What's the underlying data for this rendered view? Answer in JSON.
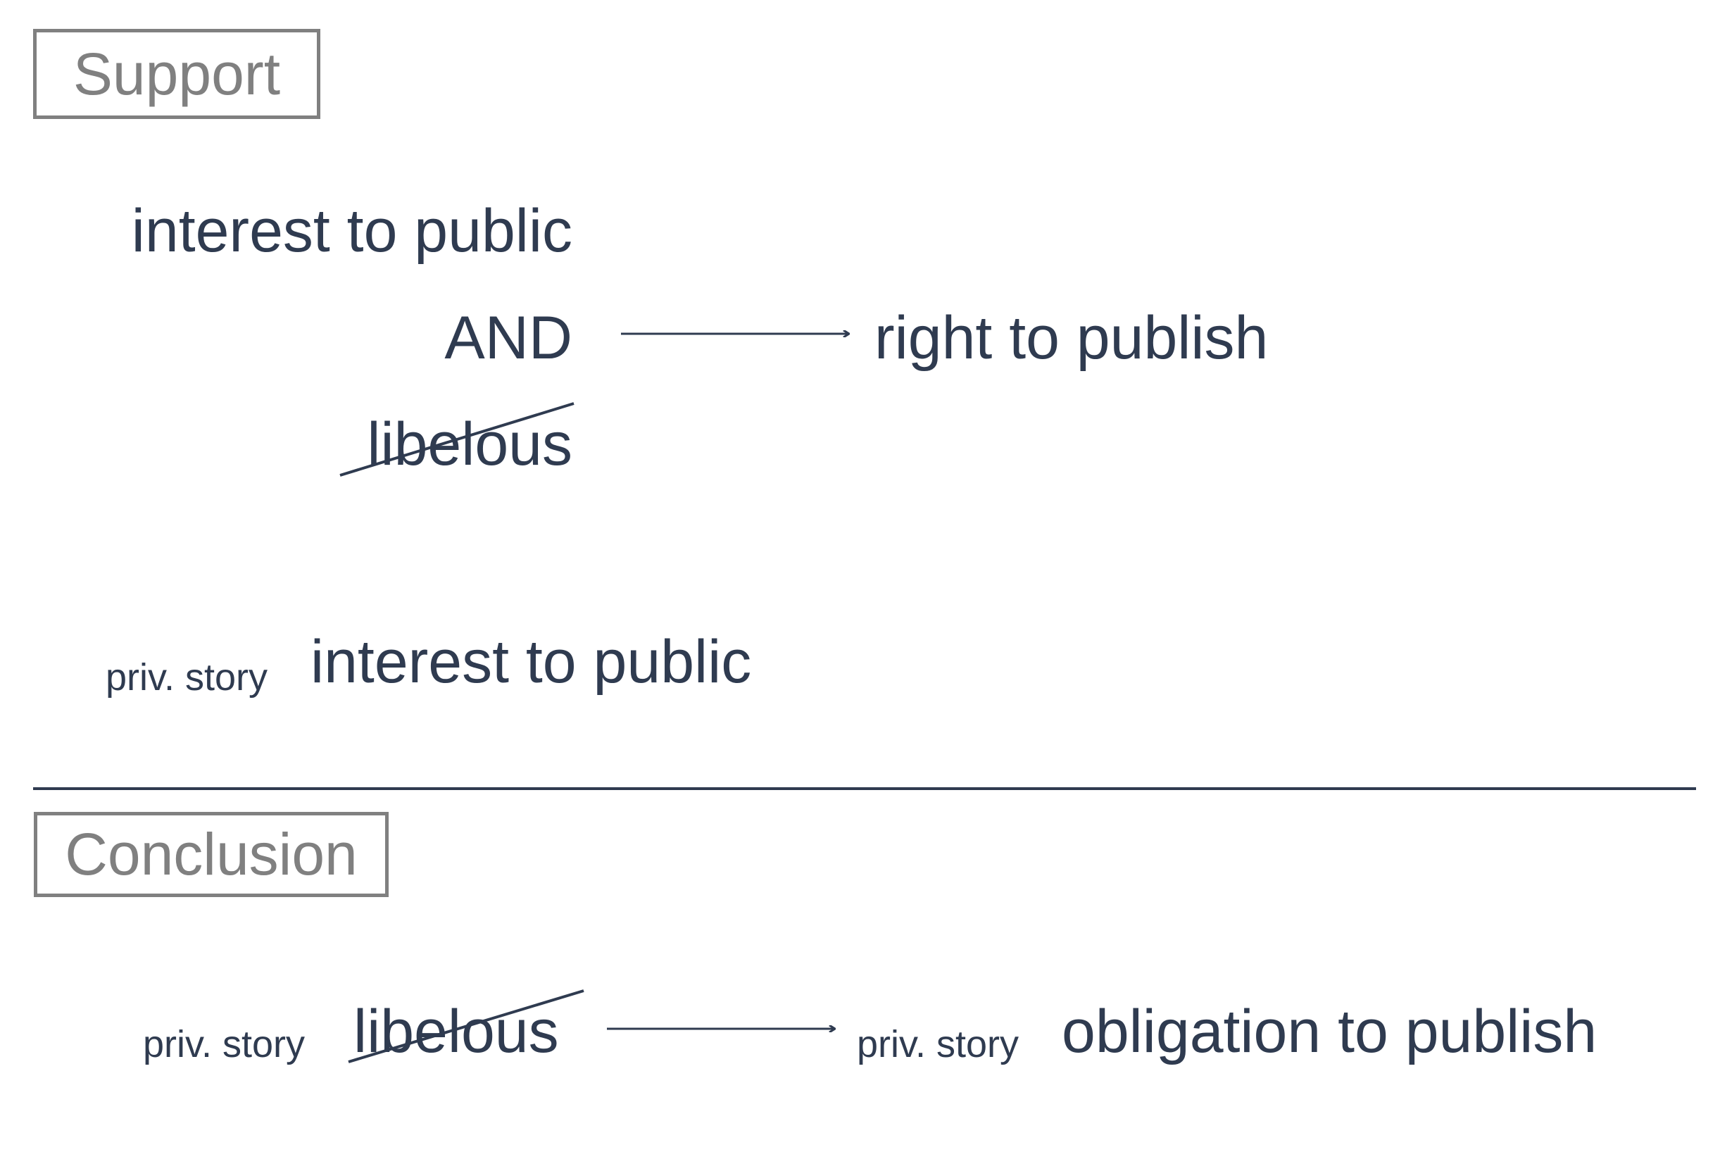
{
  "support": {
    "label": "Support",
    "line1": "interest to public",
    "connector": "AND",
    "line3": "libelous",
    "result": "right to publish",
    "premise_prefix": "priv. story",
    "premise": "interest to public"
  },
  "conclusion": {
    "label": "Conclusion",
    "left_prefix": "priv. story",
    "left_term": "libelous",
    "right_prefix": "priv. story",
    "right_term": "obligation to publish"
  },
  "colors": {
    "text": "#2f3b50",
    "label": "#808080"
  }
}
